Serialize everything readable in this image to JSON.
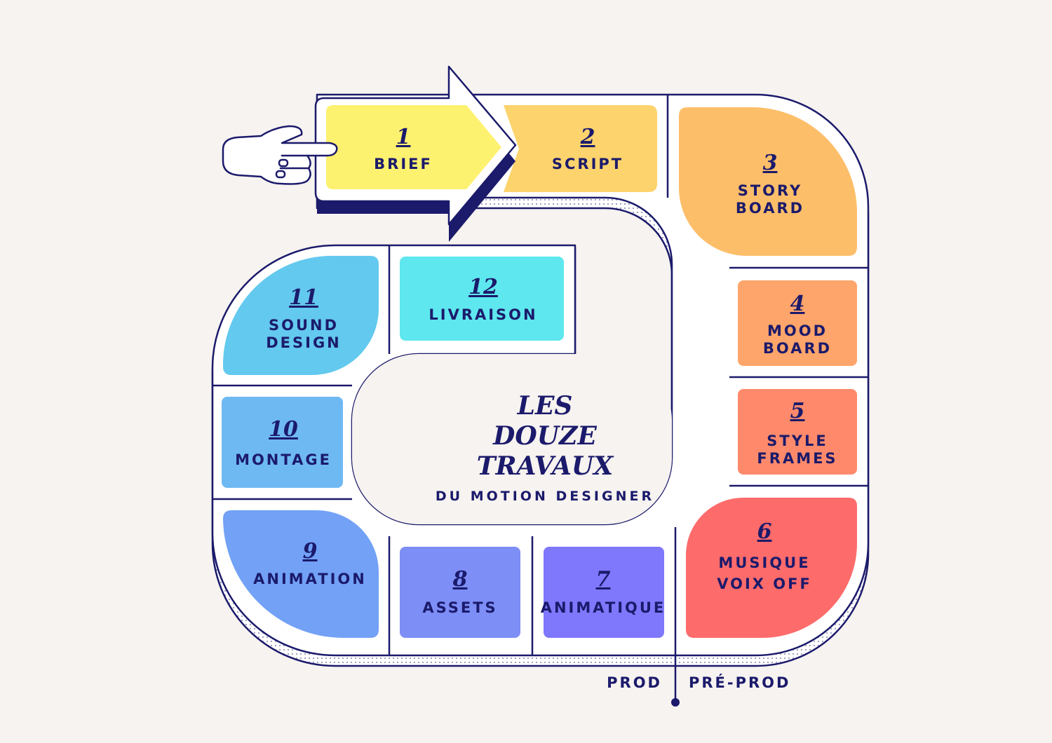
{
  "title": {
    "line1": "LES",
    "line2": "DOUZE",
    "line3": "TRAVAUX",
    "subtitle": "DU MOTION DESIGNER"
  },
  "steps": [
    {
      "number": "1",
      "line1": "BRIEF",
      "line2": "",
      "color": "#fdf170"
    },
    {
      "number": "2",
      "line1": "SCRIPT",
      "line2": "",
      "color": "#fcd36c"
    },
    {
      "number": "3",
      "line1": "STORY",
      "line2": "BOARD",
      "color": "#fdbe6a"
    },
    {
      "number": "4",
      "line1": "MOOD",
      "line2": "BOARD",
      "color": "#fea56b"
    },
    {
      "number": "5",
      "line1": "STYLE",
      "line2": "FRAMES",
      "color": "#fe8a6b"
    },
    {
      "number": "6",
      "line1": "MUSIQUE",
      "line2": "VOIX OFF",
      "color": "#fe6b6b"
    },
    {
      "number": "7",
      "line1": "ANIMATIQUE",
      "line2": "",
      "color": "#7f78fc"
    },
    {
      "number": "8",
      "line1": "ASSETS",
      "line2": "",
      "color": "#7d8ef6"
    },
    {
      "number": "9",
      "line1": "ANIMATION",
      "line2": "",
      "color": "#72a1f6"
    },
    {
      "number": "10",
      "line1": "MONTAGE",
      "line2": "",
      "color": "#6fb9f3"
    },
    {
      "number": "11",
      "line1": "SOUND",
      "line2": "DESIGN",
      "color": "#63c9ee"
    },
    {
      "number": "12",
      "line1": "LIVRAISON",
      "line2": "",
      "color": "#5ee7ee"
    }
  ],
  "phases": {
    "prod": "PROD",
    "preprod": "PRÉ-PROD"
  },
  "icons": {
    "pointer": "pointing-hand-icon",
    "start": "start-arrow-icon"
  },
  "colors": {
    "background": "#f6f3f0",
    "ink": "#1b1a6b",
    "track": "#ffffff"
  }
}
